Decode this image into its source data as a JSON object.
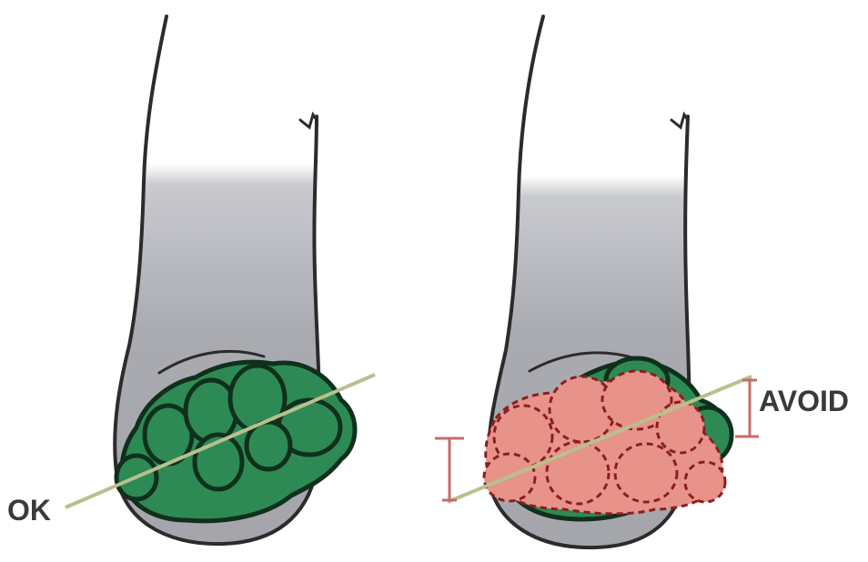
{
  "panels": [
    {
      "id": "ok",
      "label": "OK"
    },
    {
      "id": "avoid",
      "label": "AVOID"
    }
  ],
  "colors": {
    "outline": "#2b2b2b",
    "limb_light": "#ffffff",
    "limb_shade": "#a6a8ad",
    "green_fill": "#2e8a55",
    "green_outline": "#10301c",
    "pink_fill": "#e8938a",
    "pink_dash": "#8a1f1f",
    "line": "#b9c08e",
    "bracket": "#c96a6a",
    "text": "#3a3a3a"
  }
}
